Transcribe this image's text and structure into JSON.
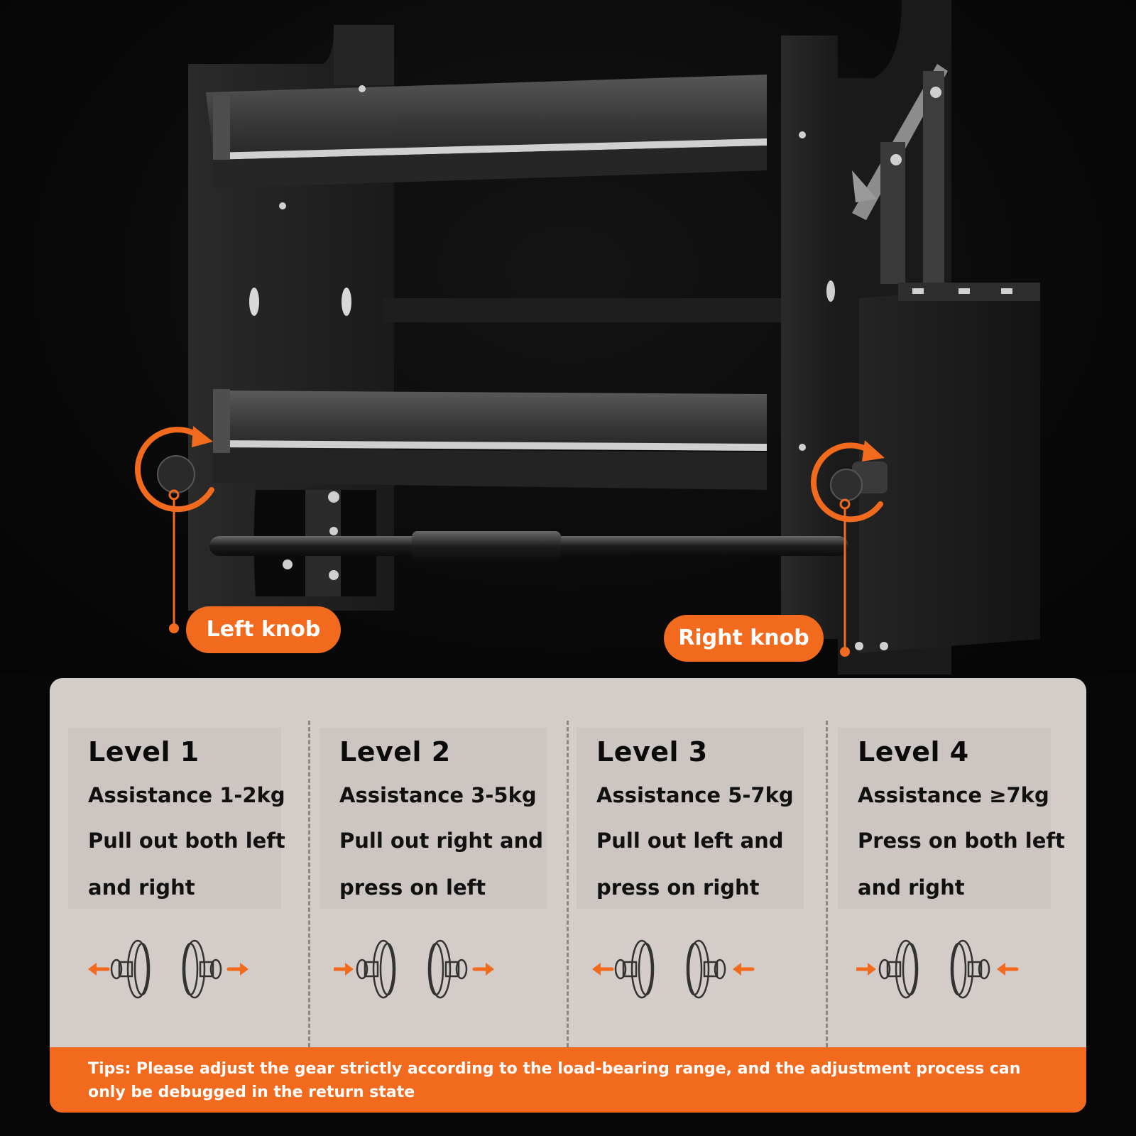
{
  "photo": {
    "left_knob_label": "Left knob",
    "right_knob_label": "Right knob",
    "accent_color": "#f26a1e"
  },
  "levels": [
    {
      "title": "Level 1",
      "assistance": "Assistance 1-2kg",
      "line1": "Pull out both left",
      "line2": " and right",
      "left_knob": "pull",
      "right_knob": "pull"
    },
    {
      "title": "Level 2",
      "assistance": "Assistance 3-5kg",
      "line1": "Pull out right and",
      "line2": " press on left",
      "left_knob": "press",
      "right_knob": "pull"
    },
    {
      "title": "Level 3",
      "assistance": "Assistance 5-7kg",
      "line1": "Pull out left and",
      "line2": " press on right",
      "left_knob": "pull",
      "right_knob": "press"
    },
    {
      "title": "Level 4",
      "assistance": "Assistance ≥7kg",
      "line1": "Press on both left",
      "line2": "and right",
      "left_knob": "press",
      "right_knob": "press"
    }
  ],
  "tips": "Tips: Please adjust the gear strictly according to the load-bearing range, and the adjustment process can only be debugged in the return state"
}
